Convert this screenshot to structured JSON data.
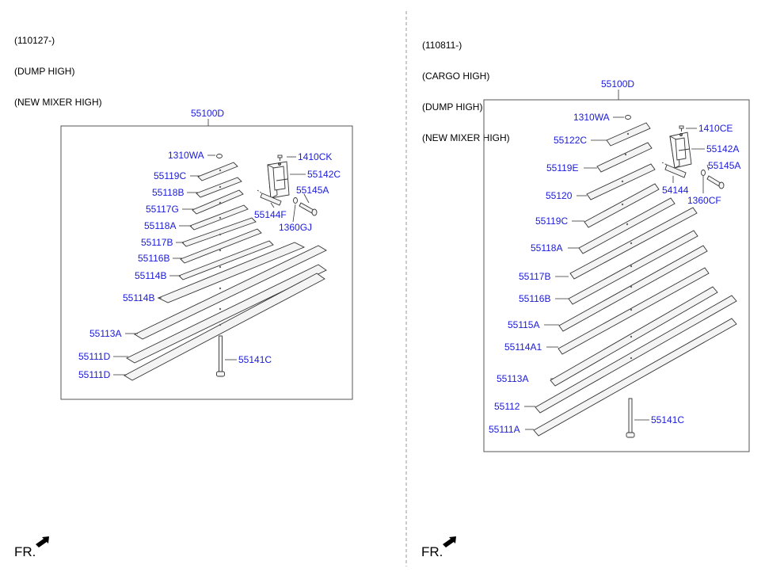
{
  "left": {
    "header": [
      "(110127-)",
      "(DUMP HIGH)",
      "(NEW MIXER HIGH)"
    ],
    "assembly_label": "55100D",
    "labels": {
      "p1310WA": "1310WA",
      "p1410CK": "1410CK",
      "p55119C": "55119C",
      "p55142C": "55142C",
      "p55118B": "55118B",
      "p55145A": "55145A",
      "p55117G": "55117G",
      "p55144F": "55144F",
      "p55118A": "55118A",
      "p1360GJ": "1360GJ",
      "p55117B": "55117B",
      "p55116B": "55116B",
      "p55114B_1": "55114B",
      "p55114B_2": "55114B",
      "p55113A": "55113A",
      "p55111D_1": "55111D",
      "p55141C": "55141C",
      "p55111D_2": "55111D"
    },
    "fr_label": "FR."
  },
  "right": {
    "header": [
      "(110811-)",
      "(CARGO HIGH)",
      "(DUMP HIGH)",
      "(NEW MIXER HIGH)"
    ],
    "assembly_label": "55100D",
    "labels": {
      "p1310WA": "1310WA",
      "p1410CE": "1410CE",
      "p55122C": "55122C",
      "p55142A": "55142A",
      "p55119E": "55119E",
      "p55145A": "55145A",
      "p54144": "54144",
      "p55120": "55120",
      "p1360CF": "1360CF",
      "p55119C": "55119C",
      "p55118A": "55118A",
      "p55117B": "55117B",
      "p55116B": "55116B",
      "p55115A": "55115A",
      "p55114A1": "55114A1",
      "p55113A": "55113A",
      "p55112": "55112",
      "p55141C": "55141C",
      "p55111A": "55111A"
    },
    "fr_label": "FR."
  },
  "colors": {
    "label_blue": "#1a1adc",
    "line": "#333333",
    "leaf_fill": "#f4f4f4",
    "divider": "#999999"
  }
}
